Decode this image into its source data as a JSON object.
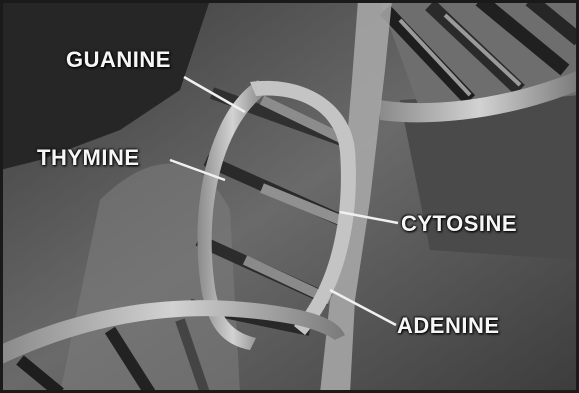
{
  "labels": {
    "guanine": "GUANINE",
    "thymine": "THYMINE",
    "cytosine": "CYTOSINE",
    "adenine": "ADENINE"
  },
  "colors": {
    "background_dark": "#2a2a2a",
    "background_mid": "#5a5a5a",
    "backbone_light": "#bcbcbc",
    "base_dark": "#2e2e2e",
    "label_text": "#f6f6f6"
  }
}
